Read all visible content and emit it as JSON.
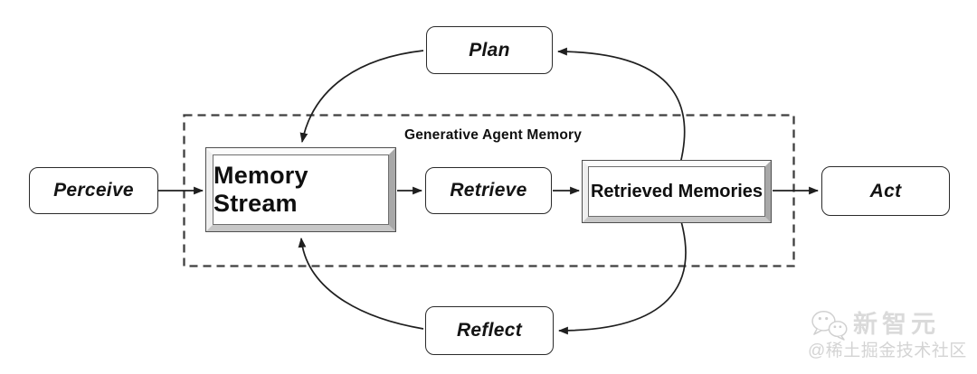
{
  "diagram": {
    "region_title": "Generative Agent Memory",
    "nodes": {
      "perceive": "Perceive",
      "memory_stream": "Memory Stream",
      "retrieve": "Retrieve",
      "retrieved_memories": "Retrieved Memories",
      "act": "Act",
      "plan": "Plan",
      "reflect": "Reflect"
    },
    "edges": [
      {
        "from": "perceive",
        "to": "memory_stream"
      },
      {
        "from": "memory_stream",
        "to": "retrieve"
      },
      {
        "from": "retrieve",
        "to": "retrieved_memories"
      },
      {
        "from": "retrieved_memories",
        "to": "act"
      },
      {
        "from": "retrieved_memories",
        "to": "plan"
      },
      {
        "from": "plan",
        "to": "memory_stream"
      },
      {
        "from": "retrieved_memories",
        "to": "reflect"
      },
      {
        "from": "reflect",
        "to": "memory_stream"
      }
    ],
    "colors": {
      "stroke": "#1f1f1f",
      "dashed_border": "#3f3f3f",
      "box_border": "#2b2b2b",
      "bevel_light": "#fbfbfb",
      "bevel_dark": "#a8a8a8",
      "background": "#ffffff",
      "watermark": "#d7d7d7"
    }
  },
  "watermark": {
    "icon": "wechat-icon",
    "brand": "新智元",
    "handle": "@稀土掘金技术社区"
  }
}
